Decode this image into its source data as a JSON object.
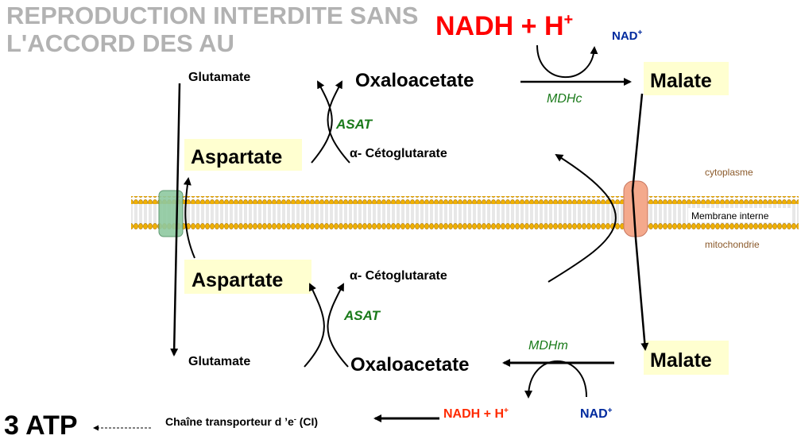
{
  "watermark": "REPRODUCTION INTERDITE SANS L'ACCORD DES AU",
  "cytoplasm": {
    "nadh": "NADH + H",
    "nadh_sup": "+",
    "nad": "NAD",
    "nad_sup": "+",
    "oxaloacetate": "Oxaloacetate",
    "enzyme_mdh": "MDHc",
    "malate": "Malate",
    "glutamate": "Glutamate",
    "aspartate": "Aspartate",
    "enzyme_asat": "ASAT",
    "ketoglutarate": "α- Cétoglutarate"
  },
  "membrane": {
    "cytoplasm_label": "cytoplasme",
    "membrane_label": "Membrane interne",
    "mitochondria_label": "mitochondrie"
  },
  "matrix": {
    "aspartate": "Aspartate",
    "ketoglutarate": "α- Cétoglutarate",
    "enzyme_asat": "ASAT",
    "glutamate": "Glutamate",
    "oxaloacetate": "Oxaloacetate",
    "enzyme_mdh": "MDHm",
    "malate": "Malate",
    "nadh": "NADH + H",
    "nadh_sup": "+",
    "nad": "NAD",
    "nad_sup": "+",
    "chain": "Chaîne transporteur d ’e",
    "chain_sup": "-",
    "chain_end": " (CI)",
    "atp": "3 ATP"
  },
  "colors": {
    "red": "#ff0000",
    "blue": "#002a9e",
    "green": "#1a7a1a",
    "box": "#ffffd0",
    "brown": "#8b5a2b"
  }
}
